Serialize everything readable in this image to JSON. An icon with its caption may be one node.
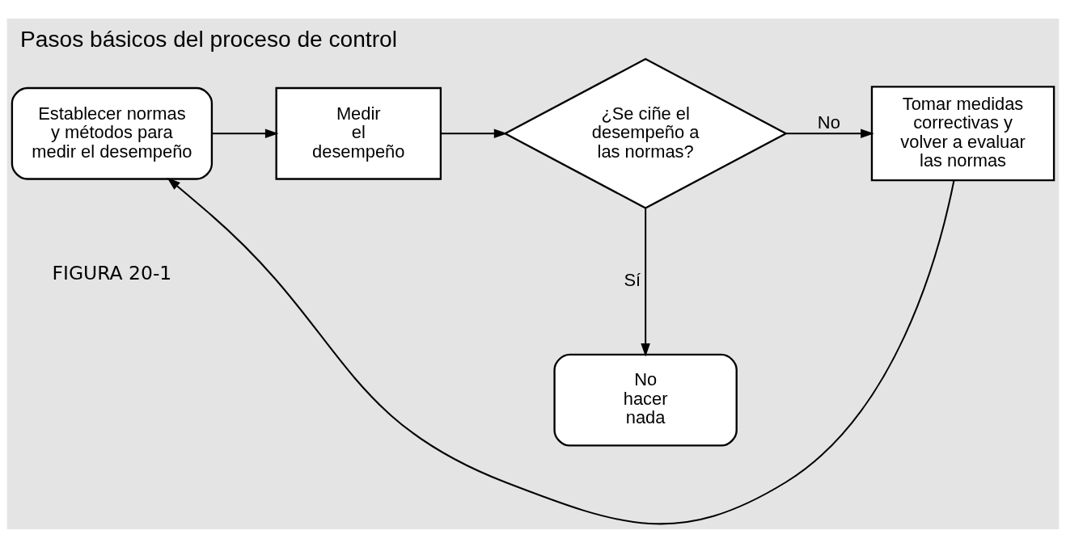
{
  "diagram": {
    "title": "Pasos básicos del proceso de control",
    "nodes": [
      {
        "text": [
          "Establecer normas y métodos para medir el desempeño"
        ]
      },
      {
        "text": [
          "Medir el desempeño"
        ]
      },
      {
        "text": [
          "¿Se ciñe el desempeño a las normas?"
        ]
      },
      {
        "text": [
          "Tomar medidas correctivas y volver a evaluar las normas"
        ]
      },
      {
        "text": [
          "No hacer nada"
        ]
      }
    ],
    "edges": [
      {
        "from": 0,
        "to": 1,
        "arrow": "to"
      },
      {
        "from": 1,
        "to": 2,
        "arrow": "to"
      },
      {
        "from": 2,
        "to": 3,
        "label": "No",
        "arrow": "to"
      },
      {
        "from": 2,
        "to": 4,
        "label": "Sí",
        "arrow": "to"
      },
      {
        "from": 3,
        "to": 0,
        "arrow": "to"
      }
    ],
    "labels": [
      "FIGURA 20-1"
    ]
  }
}
